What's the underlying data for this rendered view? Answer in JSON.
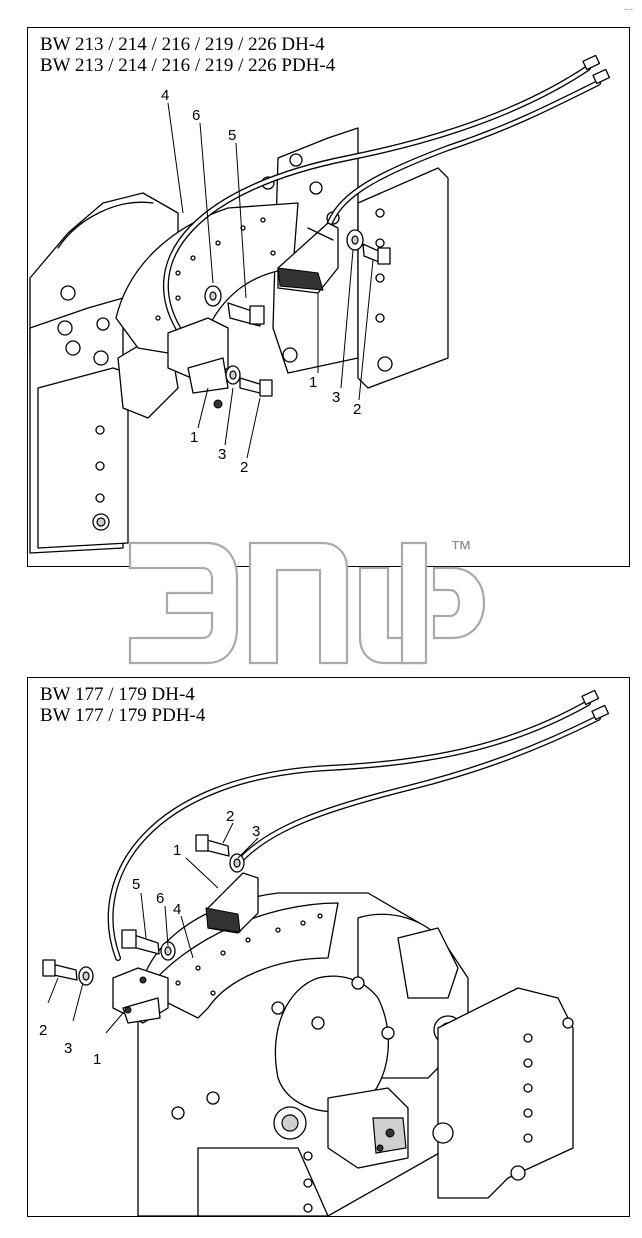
{
  "panels": [
    {
      "id": "top",
      "title_lines": [
        "BW 213 / 214 / 216 / 219 / 226  DH-4",
        "BW 213 / 214 / 216 / 219 / 226  PDH-4"
      ],
      "callouts": [
        "4",
        "6",
        "5",
        "1",
        "3",
        "2",
        "1",
        "3",
        "2"
      ]
    },
    {
      "id": "bottom",
      "title_lines": [
        "BW 177 / 179 DH-4",
        "BW 177 / 179 PDH-4"
      ],
      "callouts": [
        "2",
        "3",
        "1",
        "5",
        "6",
        "4",
        "2",
        "3",
        "1"
      ]
    }
  ],
  "watermark": {
    "trademark": "™"
  },
  "corner_mark": "-·-"
}
